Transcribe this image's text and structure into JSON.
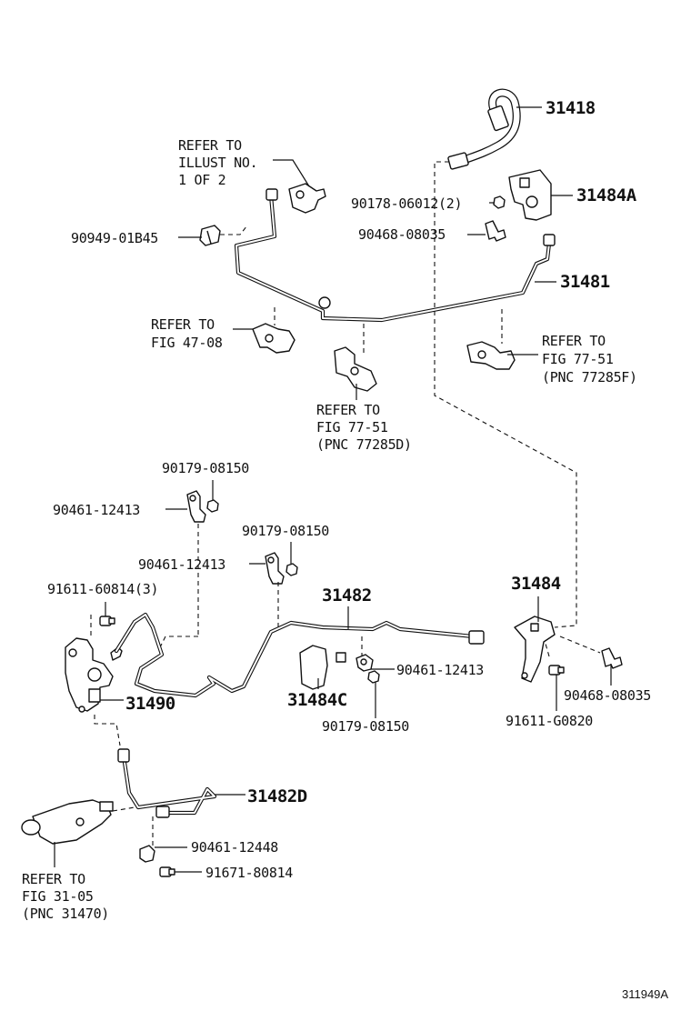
{
  "labels": {
    "p31418": "31418",
    "p31484A": "31484A",
    "p90178": "90178-06012(2)",
    "p90468_top": "90468-08035",
    "p31481": "31481",
    "p90949": "90949-01B45",
    "refer_illust_1": "REFER TO",
    "refer_illust_2": "ILLUST NO.",
    "refer_illust_3": "1 OF 2",
    "refer_4708_1": "REFER TO",
    "refer_4708_2": "FIG 47-08",
    "refer_77285D_1": "REFER TO",
    "refer_77285D_2": "FIG 77-51",
    "refer_77285D_3": "(PNC 77285D)",
    "refer_77285F_1": "REFER TO",
    "refer_77285F_2": "FIG 77-51",
    "refer_77285F_3": "(PNC 77285F)",
    "p90179_a": "90179-08150",
    "p90461_a": "90461-12413",
    "p90179_b": "90179-08150",
    "p90461_b": "90461-12413",
    "p91611_3": "91611-60814(3)",
    "p31482": "31482",
    "p31484": "31484",
    "p31490": "31490",
    "p31484C": "31484C",
    "p90461_c": "90461-12413",
    "p90179_c": "90179-08150",
    "p90468_bottom": "90468-08035",
    "p91611_G": "91611-G0820",
    "p31482D": "31482D",
    "p90461_12448": "90461-12448",
    "p91671": "91671-80814",
    "refer_3105_1": "REFER TO",
    "refer_3105_2": "FIG 31-05",
    "refer_3105_3": "(PNC 31470)",
    "figure_id": "311949A"
  },
  "icons": [
    "hose",
    "bracket",
    "clip",
    "nut",
    "bolt",
    "clutch-line",
    "master-cylinder",
    "release-cylinder",
    "sensor"
  ],
  "colors": {
    "line": "#111111",
    "background": "#ffffff"
  }
}
